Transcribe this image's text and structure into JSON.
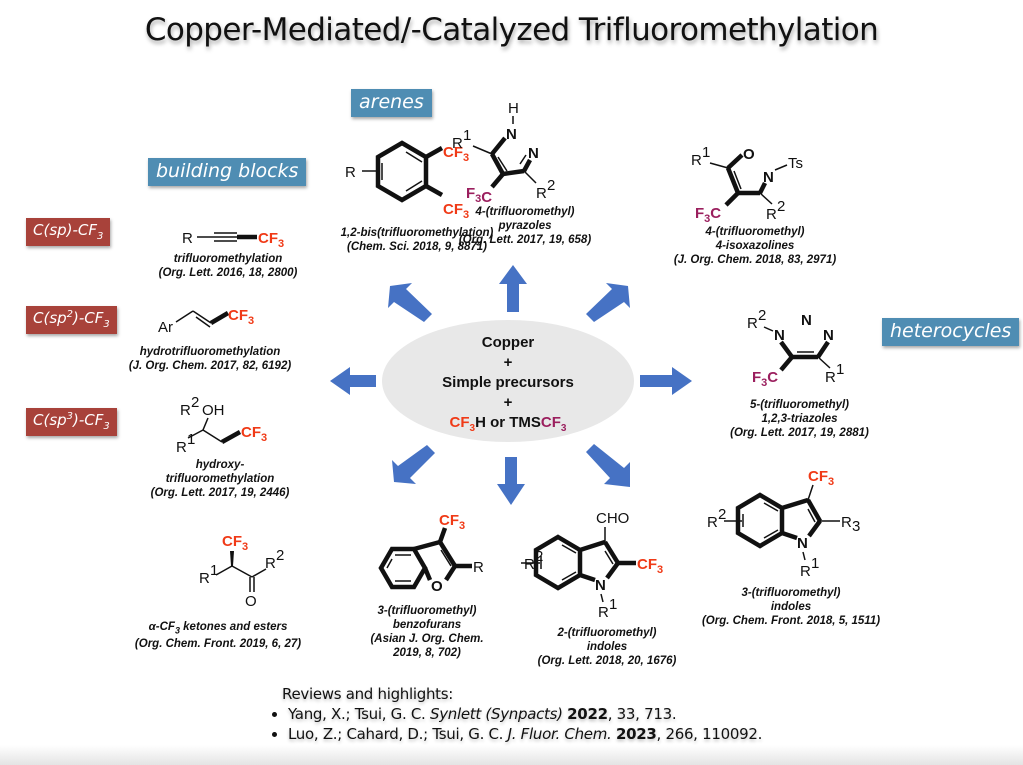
{
  "title": "Copper-Mediated/-Catalyzed Trifluoromethylation",
  "category_tags": {
    "arenes": "arenes",
    "building_blocks": "building blocks",
    "heterocycles": "heterocycles"
  },
  "bond_tags": [
    {
      "prefix": "C(sp",
      "sup": "",
      "suffix": ")-CF",
      "sub": "3"
    },
    {
      "prefix": "C(sp",
      "sup": "2",
      "suffix": ")-CF",
      "sub": "3"
    },
    {
      "prefix": "C(sp",
      "sup": "3",
      "suffix": ")-CF",
      "sub": "3"
    }
  ],
  "center": {
    "line1": "Copper",
    "plus1": "+",
    "line2": "Simple precursors",
    "plus2": "+",
    "cf3h_a": "CF",
    "cf3h_sub": "3",
    "cf3h_b": "H or TMS",
    "tmscf3_a": "CF",
    "tmscf3_sub": "3"
  },
  "labels": {
    "R": "R",
    "R1": "R",
    "R2": "R",
    "R3": "R",
    "Ar": "Ar",
    "OH": "OH",
    "O": "O",
    "N": "N",
    "H": "H",
    "Ts": "Ts",
    "CHO": "CHO",
    "CF3": "CF",
    "F3C": "F",
    "sub3": "3",
    "sup1": "1",
    "sup2": "2"
  },
  "items": [
    {
      "name": "1,2-bis(trifluoromethylation)",
      "ref": "(Chem. Sci. 2018, 9, 8871)"
    },
    {
      "name": "4-(trifluoromethyl)",
      "name2": "pyrazoles",
      "ref": "(Org. Lett. 2017, 19, 658)"
    },
    {
      "name": "4-(trifluoromethyl)",
      "name2": "4-isoxazolines",
      "ref": "(J. Org. Chem. 2018, 83, 2971)"
    },
    {
      "name": "trifluoromethylation",
      "ref": "(Org. Lett. 2016, 18, 2800)"
    },
    {
      "name": "hydrotrifluoromethylation",
      "ref": "(J. Org. Chem. 2017, 82, 6192)"
    },
    {
      "name": "hydroxy-",
      "name2": "trifluoromethylation",
      "ref": "(Org. Lett. 2017, 19, 2446)"
    },
    {
      "name": "5-(trifluoromethyl)",
      "name2": "1,2,3-triazoles",
      "ref": "(Org. Lett. 2017, 19, 2881)"
    },
    {
      "name": "α-CF",
      "name_sub": "3",
      "name_tail": " ketones and esters",
      "ref": "(Org. Chem. Front. 2019, 6, 27)"
    },
    {
      "name": "3-(trifluoromethyl)",
      "name2": "benzofurans",
      "ref": "(Asian J. Org. Chem.",
      "ref2": "2019, 8, 702)"
    },
    {
      "name": "2-(trifluoromethyl)",
      "name2": "indoles",
      "ref": "(Org. Lett. 2018, 20, 1676)"
    },
    {
      "name": "3-(trifluoromethyl)",
      "name2": "indoles",
      "ref": "(Org. Chem. Front. 2018, 5, 1511)"
    }
  ],
  "reviews": {
    "heading": "Reviews and highlights:",
    "entries": [
      {
        "authors": "Yang, X.; Tsui, G. C. ",
        "journal": "Synlett (Synpacts)",
        "year": "2022",
        "rest": ", 33, 713."
      },
      {
        "authors": "Luo, Z.; Cahard, D.; Tsui, G. C. ",
        "journal": "J. Fluor. Chem.",
        "year": "2023",
        "rest": ", 266, 110092."
      }
    ]
  },
  "colors": {
    "tag_blue": "#4f8db3",
    "tag_red": "#a8423a",
    "arrow_blue": "#4672c4",
    "cf3_red": "#f03a17",
    "f3c_purple": "#9b1f5e",
    "center_ellipse": "#e8e8e8"
  }
}
